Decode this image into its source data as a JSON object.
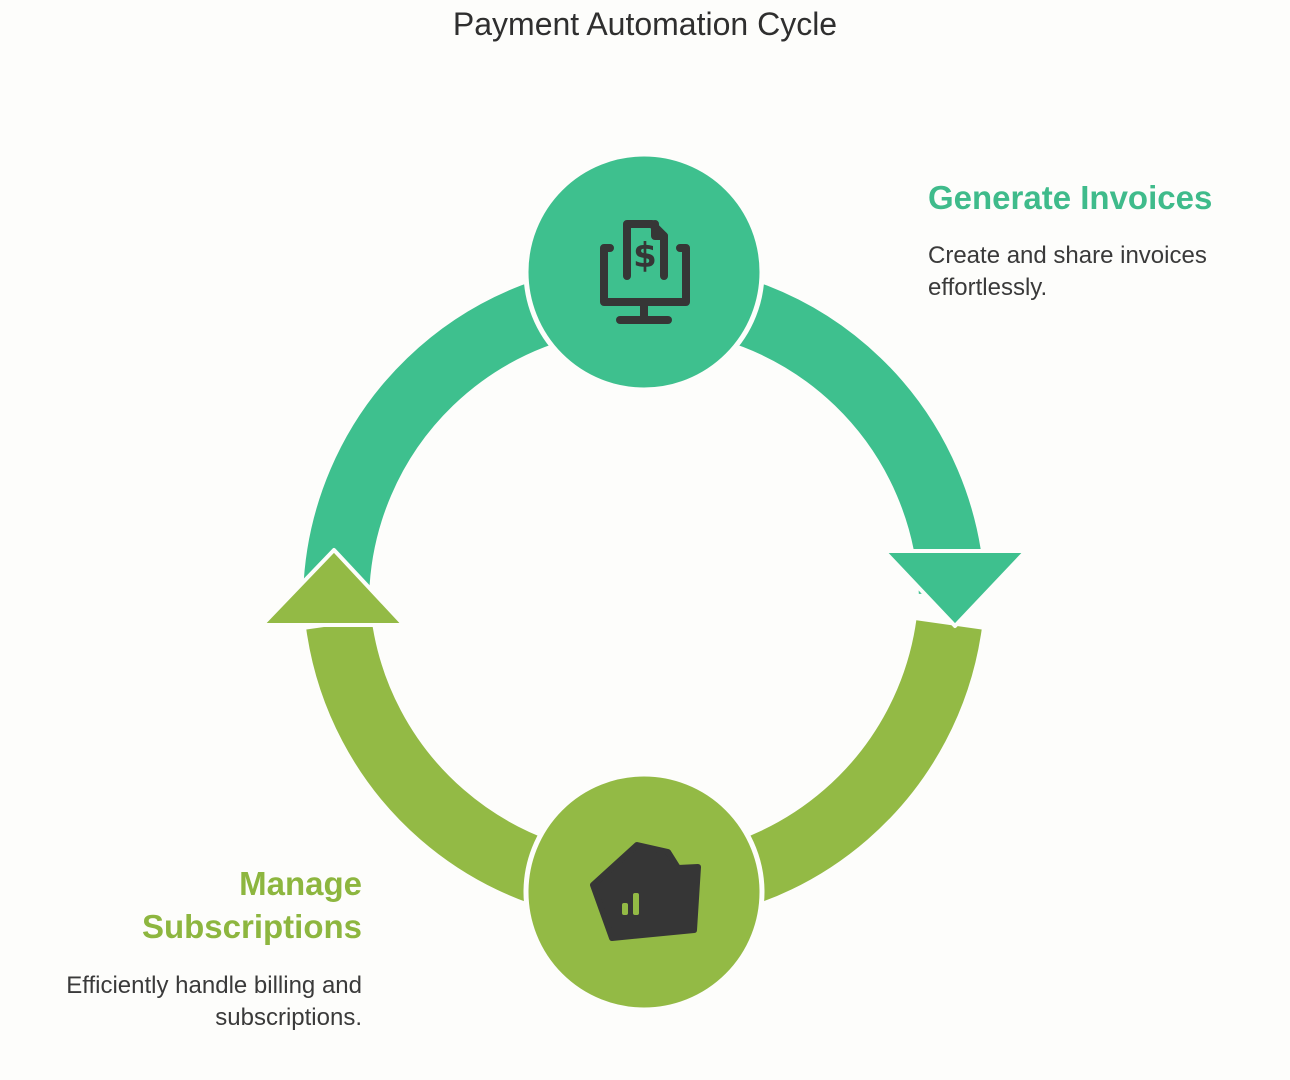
{
  "title": "Payment Automation Cycle",
  "colors": {
    "green_teal": "#3ec08e",
    "green_olive": "#93ba45",
    "icon": "#363636"
  },
  "steps": [
    {
      "title": "Generate Invoices",
      "description": "Create and share invoices effortlessly.",
      "icon": "invoice-monitor-icon"
    },
    {
      "title": "Manage Subscriptions",
      "description": "Efficiently handle billing and subscriptions.",
      "icon": "wallet-icon"
    }
  ]
}
